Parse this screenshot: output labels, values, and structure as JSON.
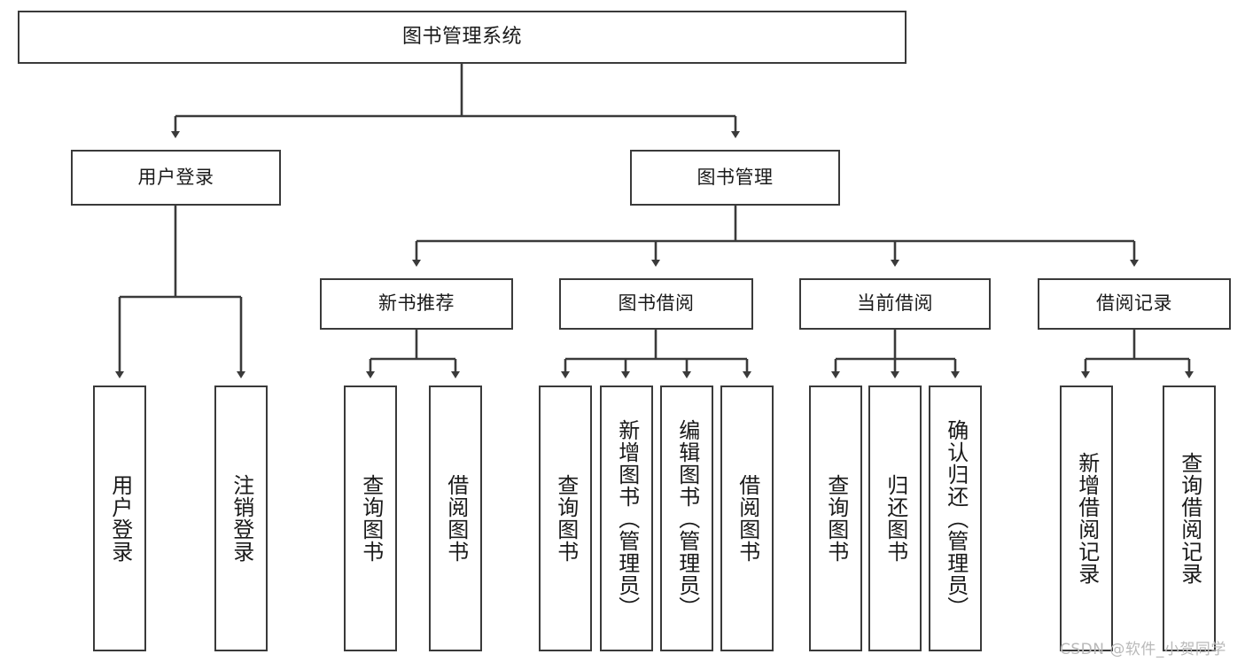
{
  "diagram": {
    "type": "tree-hierarchy-diagram",
    "title": "图书管理系统",
    "style": {
      "background": "#ffffff",
      "border_color": "#3a3a3a",
      "text_color": "#1a1a1a",
      "line_color": "#3a3a3a",
      "watermark_color": "#b9b9b9"
    },
    "root": {
      "label": "图书管理系统"
    },
    "level2": [
      {
        "label": "用户登录"
      },
      {
        "label": "图书管理"
      }
    ],
    "level3": [
      {
        "label": "新书推荐"
      },
      {
        "label": "图书借阅"
      },
      {
        "label": "当前借阅"
      },
      {
        "label": "借阅记录"
      }
    ],
    "leaves_user_login": [
      {
        "label": "用户登录"
      },
      {
        "label": "注销登录"
      }
    ],
    "leaves_new_book": [
      {
        "label": "查询图书"
      },
      {
        "label": "借阅图书"
      }
    ],
    "leaves_book_borrow": [
      {
        "label": "查询图书"
      },
      {
        "label": "新增图书（管理员）"
      },
      {
        "label": "编辑图书（管理员）"
      },
      {
        "label": "借阅图书"
      }
    ],
    "leaves_current_borrow": [
      {
        "label": "查询图书"
      },
      {
        "label": "归还图书"
      },
      {
        "label": "确认归还（管理员）"
      }
    ],
    "leaves_borrow_record": [
      {
        "label": "新增借阅记录"
      },
      {
        "label": "查询借阅记录"
      }
    ],
    "watermark": "CSDN @软件_小贺同学"
  }
}
